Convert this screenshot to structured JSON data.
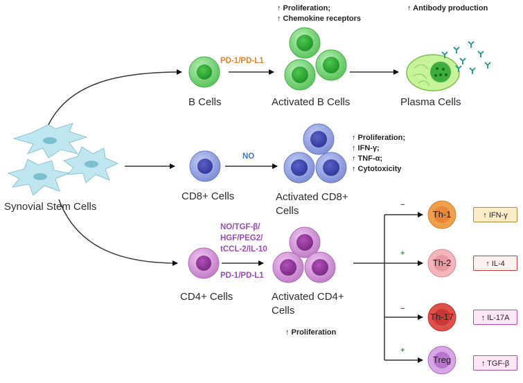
{
  "labels": {
    "synovial": "Synovial Stem Cells",
    "b_cells": "B Cells",
    "activated_b": "Activated B Cells",
    "plasma": "Plasma Cells",
    "cd8": "CD8+ Cells",
    "activated_cd8_1": "Activated CD8+",
    "activated_cd8_2": "Cells",
    "cd4": "CD4+ Cells",
    "activated_cd4_1": "Activated CD4+",
    "activated_cd4_2": "Cells"
  },
  "mediators": {
    "b": "PD-1/PD-L1",
    "cd8": "NO",
    "cd4_line1": "NO/TGF-β/",
    "cd4_line2": "HGF/PEG2/",
    "cd4_line3": "tCCL-2/IL-10",
    "cd4_line4": "PD-1/PD-L1"
  },
  "notes": {
    "b_1": "↑ Proliferation;",
    "b_2": "↑ Chemokine receptors",
    "plasma": "↑ Antibody production",
    "cd8_1": "↑ Proliferation;",
    "cd8_2": "↑ IFN-γ;",
    "cd8_3": "↑ TNF-α;",
    "cd8_4": "↑ Cytotoxicity",
    "cd4": "↑ Proliferation"
  },
  "subsets": [
    {
      "name": "Th-1",
      "sign": "−",
      "cytokine": "↑ IFN-γ"
    },
    {
      "name": "Th-2",
      "sign": "+",
      "cytokine": "↑ IL-4"
    },
    {
      "name": "Th-17",
      "sign": "−",
      "cytokine": "↑ IL-17A"
    },
    {
      "name": "Treg",
      "sign": "+",
      "cytokine": "↑ TGF-β"
    }
  ],
  "colors": {
    "b_cell": "#7ed67e",
    "cd8_cell": "#8f9ee0",
    "cd4_cell": "#d69bd6",
    "th1": "#f0a04a",
    "th2": "#f0a0a8",
    "th17": "#e0504a",
    "treg": "#c890d8",
    "mediator_orange": "#e8821e",
    "mediator_blue": "#3a78c8",
    "mediator_purple": "#9a4ab8",
    "plus": "#3aa03a",
    "minus": "#d03030"
  }
}
